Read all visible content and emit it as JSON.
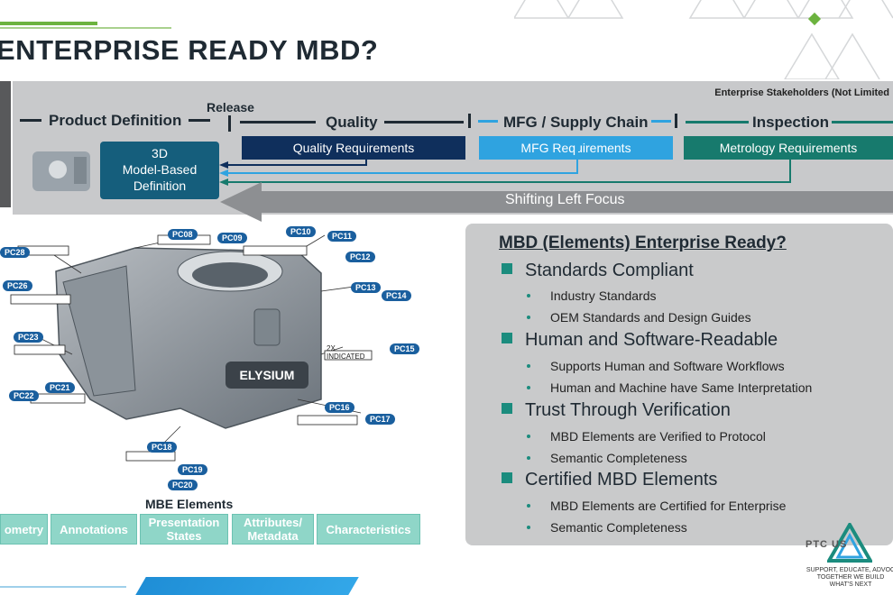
{
  "title": "ENTERPRISE READY MBD?",
  "stakeholders": "Enterprise Stakeholders (Not Limited",
  "release": "Release",
  "phases": {
    "product_definition": "Product Definition",
    "quality": "Quality",
    "mfg": "MFG / Supply Chain",
    "inspection": "Inspection"
  },
  "requirements": {
    "quality": "Quality Requirements",
    "mfg": "MFG Requirements",
    "metrology": "Metrology Requirements"
  },
  "definition_box": [
    "3D",
    "Model-Based",
    "Definition"
  ],
  "shift_label": "Shifting Left Focus",
  "info": {
    "title": "MBD (Elements) Enterprise Ready?",
    "sections": [
      {
        "heading": "Standards Compliant",
        "items": [
          "Industry Standards",
          "OEM Standards and Design Guides"
        ]
      },
      {
        "heading": "Human and Software-Readable",
        "items": [
          "Supports Human and Software Workflows",
          "Human and Machine have Same Interpretation"
        ]
      },
      {
        "heading": "Trust Through Verification",
        "items": [
          "MBD Elements are Verified to Protocol",
          "Semantic Completeness"
        ]
      },
      {
        "heading": "Certified MBD Elements",
        "items": [
          "MBD Elements are Certified for Enterprise",
          "Semantic Completeness"
        ]
      }
    ]
  },
  "mbe_label": "MBE Elements",
  "mbe_buttons": [
    "ometry",
    "Annotations",
    "Presentation States",
    "Attributes/ Metadata",
    "Characteristics"
  ],
  "part_label": "ELYSIUM",
  "pc_labels": [
    "PC08",
    "PC09",
    "PC10",
    "PC11",
    "PC12",
    "PC13",
    "PC14",
    "PC15",
    "PC16",
    "PC17",
    "PC18",
    "PC19",
    "PC20",
    "PC21",
    "PC22",
    "PC23",
    "PC26",
    "PC28"
  ],
  "indicated": "2X INDICATED",
  "logo": "PTC    US",
  "tagline": "SUPPORT, EDUCATE, ADVOC TOGETHER WE BUILD WHAT'S NEXT",
  "colors": {
    "quality_req": "#0f2f5c",
    "mfg_req": "#2fa3e0",
    "metrology_req": "#177a6d",
    "definition": "#155e7c",
    "accent_green": "#6cb33f"
  }
}
